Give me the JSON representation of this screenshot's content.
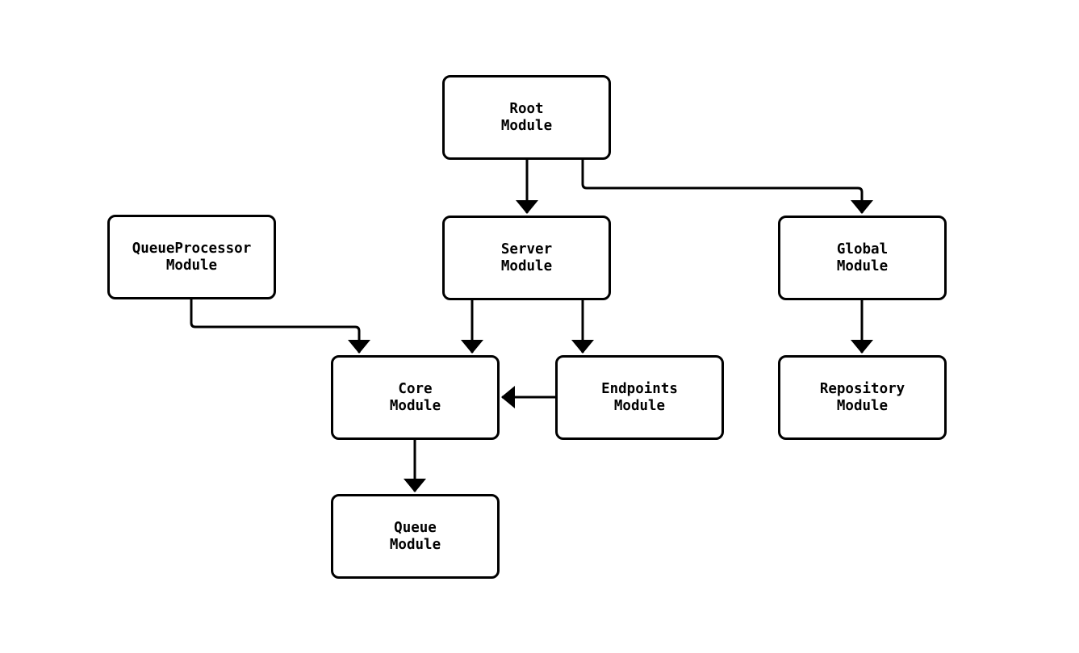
{
  "diagram": {
    "type": "flowchart",
    "background_color": "#ffffff",
    "node_fill_color": "#ffffff",
    "node_border_color": "#000000",
    "text_color": "#000000",
    "arrow_color": "#000000",
    "nodes": {
      "root": {
        "label": "Root\nModule"
      },
      "queueprocessor": {
        "label": "QueueProcessor\nModule"
      },
      "server": {
        "label": "Server\nModule"
      },
      "global": {
        "label": "Global\nModule"
      },
      "core": {
        "label": "Core\nModule"
      },
      "endpoints": {
        "label": "Endpoints\nModule"
      },
      "repository": {
        "label": "Repository\nModule"
      },
      "queue": {
        "label": "Queue\nModule"
      }
    },
    "edges": [
      {
        "from": "root",
        "to": "server"
      },
      {
        "from": "root",
        "to": "global"
      },
      {
        "from": "queueprocessor",
        "to": "core"
      },
      {
        "from": "server",
        "to": "core"
      },
      {
        "from": "server",
        "to": "endpoints"
      },
      {
        "from": "endpoints",
        "to": "core"
      },
      {
        "from": "global",
        "to": "repository"
      },
      {
        "from": "core",
        "to": "queue"
      }
    ]
  }
}
